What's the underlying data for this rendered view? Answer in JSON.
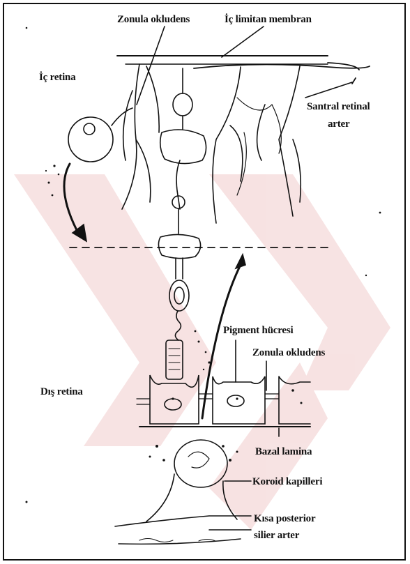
{
  "labels": {
    "zonula_okludens_top": "Zonula okludens",
    "ic_limitan_membran": "İç limitan membran",
    "ic_retina": "İç retina",
    "santral_retinal_arter_1": "Santral retinal",
    "santral_retinal_arter_2": "arter",
    "pigment_hucresi": "Pigment hücresi",
    "zonula_okludens_bottom": "Zonula okludens",
    "dis_retina": "Dış retina",
    "bazal_lamina": "Bazal lamina",
    "koroid_kapilleri": "Koroid kapilleri",
    "kisa_posterior": "Kısa posterior",
    "silier_arter": "silier arter"
  },
  "colors": {
    "ink": "#111111",
    "watermark": "#f3dcdc"
  }
}
